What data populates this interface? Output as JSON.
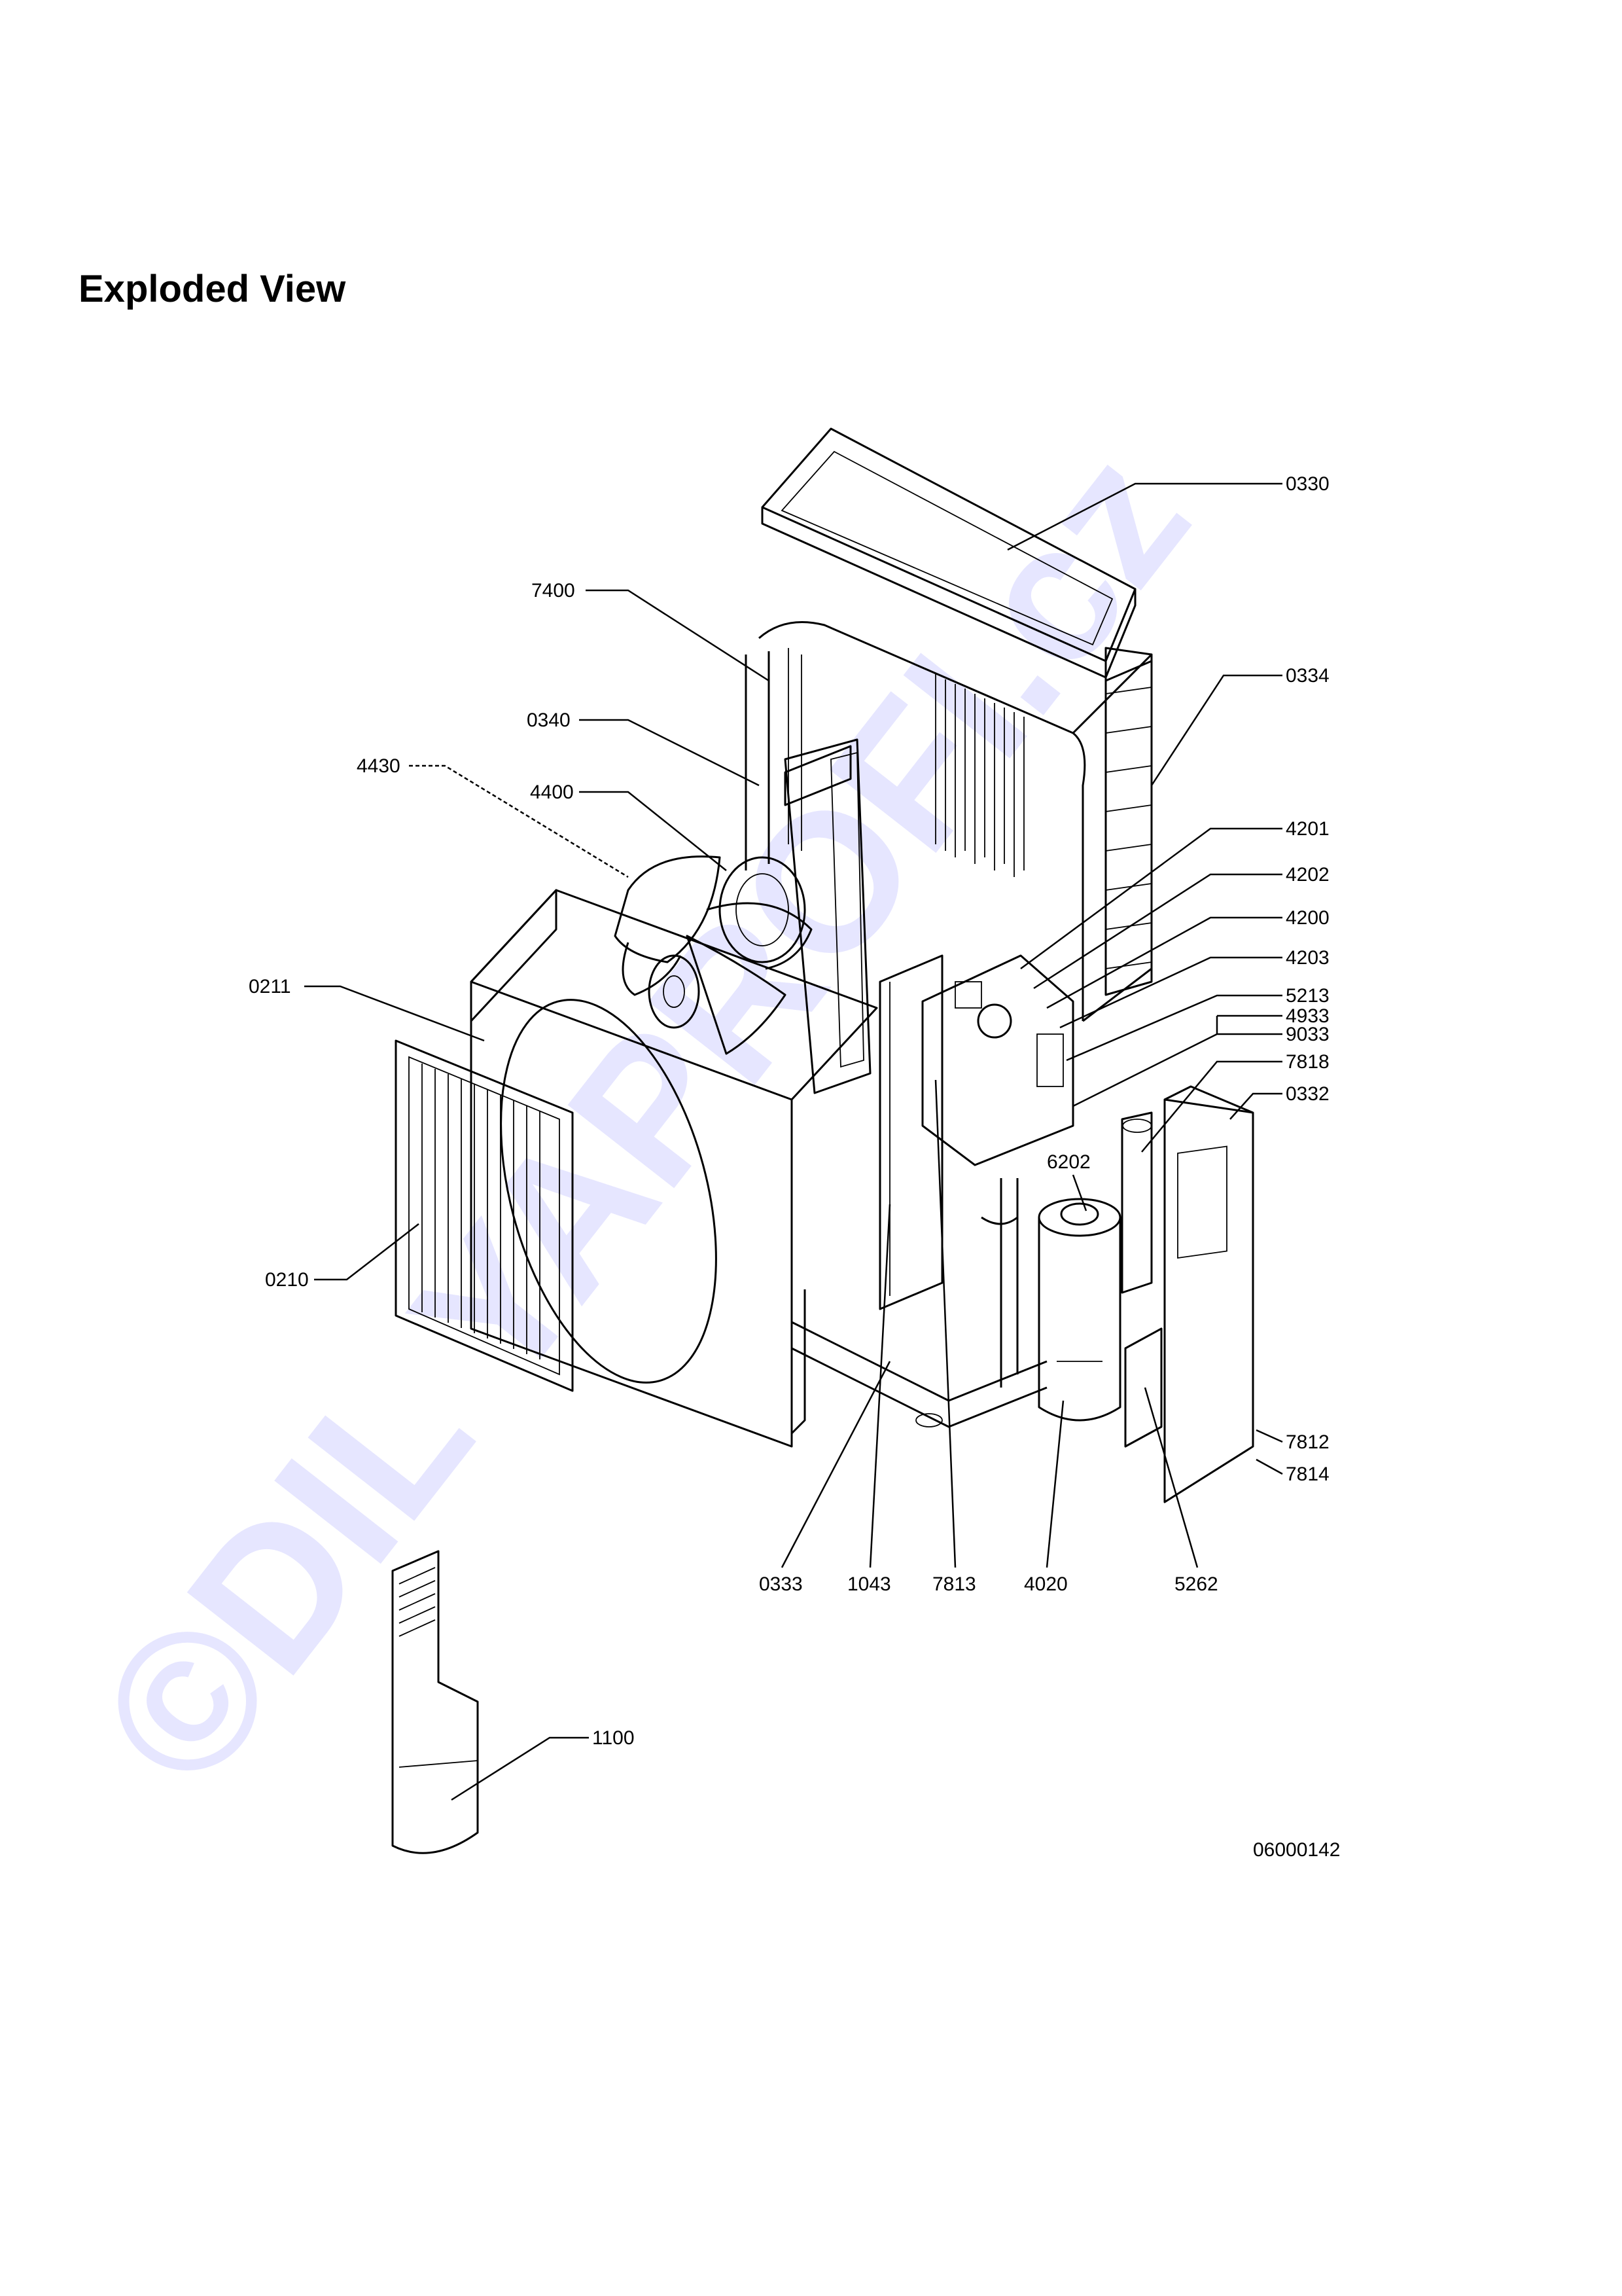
{
  "title": "Exploded View",
  "drawing_number": "06000142",
  "watermark": "©DIL YAPROFI.cz",
  "colors": {
    "watermark": "#e6e6ff",
    "line": "#000000"
  },
  "callouts": [
    {
      "id": "0330",
      "text": "0330"
    },
    {
      "id": "7400",
      "text": "7400"
    },
    {
      "id": "0334",
      "text": "0334"
    },
    {
      "id": "0340",
      "text": "0340"
    },
    {
      "id": "4430",
      "text": "4430"
    },
    {
      "id": "4400",
      "text": "4400"
    },
    {
      "id": "4201",
      "text": "4201"
    },
    {
      "id": "4202",
      "text": "4202"
    },
    {
      "id": "4200",
      "text": "4200"
    },
    {
      "id": "4203",
      "text": "4203"
    },
    {
      "id": "0211",
      "text": "0211"
    },
    {
      "id": "5213",
      "text": "5213"
    },
    {
      "id": "4933",
      "text": "4933"
    },
    {
      "id": "9033",
      "text": "9033"
    },
    {
      "id": "7818",
      "text": "7818"
    },
    {
      "id": "0332",
      "text": "0332"
    },
    {
      "id": "6202",
      "text": "6202"
    },
    {
      "id": "0210",
      "text": "0210"
    },
    {
      "id": "7812",
      "text": "7812"
    },
    {
      "id": "7814",
      "text": "7814"
    },
    {
      "id": "0333",
      "text": "0333"
    },
    {
      "id": "1043",
      "text": "1043"
    },
    {
      "id": "7813",
      "text": "7813"
    },
    {
      "id": "4020",
      "text": "4020"
    },
    {
      "id": "5262",
      "text": "5262"
    },
    {
      "id": "1100",
      "text": "1100"
    }
  ]
}
